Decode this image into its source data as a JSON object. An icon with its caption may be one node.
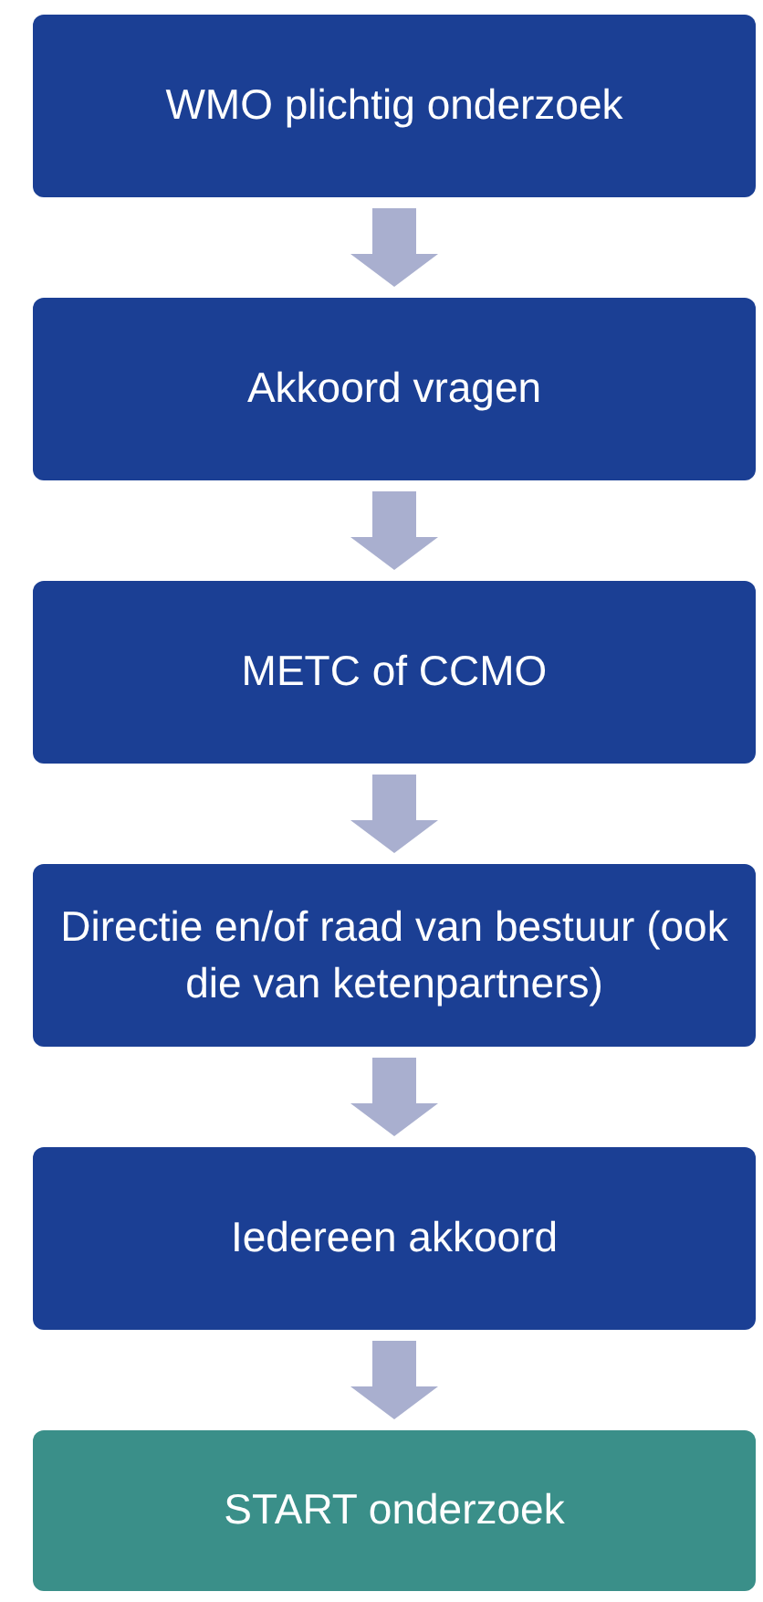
{
  "diagram": {
    "nodes": [
      {
        "text": [
          "WMO plichtig onderzoek"
        ]
      },
      {
        "text": [
          "Akkoord vragen"
        ]
      },
      {
        "text": [
          "METC of CCMO"
        ]
      },
      {
        "text": [
          "Directie en/of raad van bestuur (ook die van ketenpartners)"
        ]
      },
      {
        "text": [
          "Iedereen akkoord"
        ]
      },
      {
        "text": [
          "START onderzoek"
        ]
      }
    ],
    "edges": [
      {
        "from": 0,
        "to": 1,
        "arrow": "to"
      },
      {
        "from": 1,
        "to": 2,
        "arrow": "to"
      },
      {
        "from": 2,
        "to": 3,
        "arrow": "to"
      },
      {
        "from": 3,
        "to": 4,
        "arrow": "to"
      },
      {
        "from": 4,
        "to": 5,
        "arrow": "to"
      }
    ]
  }
}
